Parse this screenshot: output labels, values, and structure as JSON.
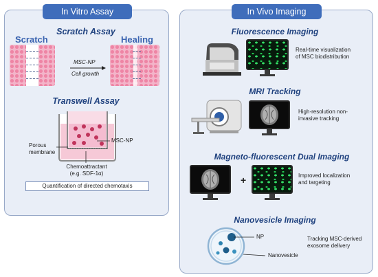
{
  "in_vitro": {
    "tab": "In Vitro Assay",
    "scratch_assay": {
      "heading": "Scratch Assay",
      "scratch_label": "Scratch",
      "healing_label": "Healing",
      "arrow_top": "MSC-NP",
      "arrow_bottom": "Cell growth"
    },
    "transwell_assay": {
      "heading": "Transwell Assay",
      "porous_membrane": "Porous\nmembrane",
      "msc_np": "MSC-NP",
      "chemoattractant": "Chemoattractant\n(e.g. SDF-1α)",
      "footer": "Quantification of directed chemotaxis"
    }
  },
  "in_vivo": {
    "tab": "In Vivo Imaging",
    "fluorescence": {
      "heading": "Fluorescence Imaging",
      "description": "Real-time visualization\nof MSC biodistribution"
    },
    "mri": {
      "heading": "MRI Tracking",
      "description": "High-resolution non-\ninvasive tracking"
    },
    "dual": {
      "heading": "Magneto-fluorescent Dual Imaging",
      "plus": "+",
      "description": "Improved localization\nand targeting"
    },
    "nanovesicle": {
      "heading": "Nanovesicle Imaging",
      "np_label": "NP",
      "vesicle_label": "Nanovesicle",
      "description": "Tracking MSC-derived\nexosome delivery"
    }
  },
  "colors": {
    "panel_bg": "#e9eef7",
    "tab_blue": "#3f6dbb",
    "heading_blue": "#20427f",
    "cell_pink": "#f3b4c9",
    "fluorescence_green": "#35e067"
  },
  "icons": [
    "fluorescence-imager-icon",
    "mri-scanner-icon",
    "monitor-icon",
    "brain-mri-icon",
    "nanovesicle-icon",
    "transwell-insert-icon"
  ]
}
